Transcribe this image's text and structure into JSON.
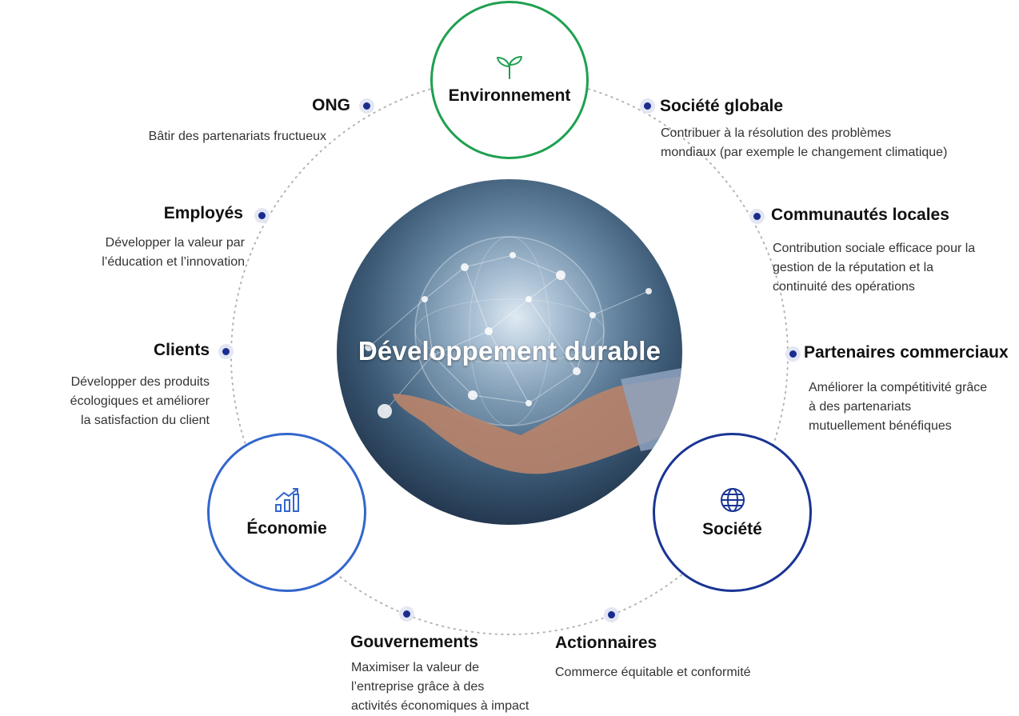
{
  "center": {
    "title": "Développement durable"
  },
  "pillars": {
    "environment": {
      "label": "Environnement",
      "icon": "sprout-icon",
      "color": "#1fa04f"
    },
    "economy": {
      "label": "Économie",
      "icon": "growth-chart-icon",
      "color": "#3366cc"
    },
    "society": {
      "label": "Société",
      "icon": "globe-icon",
      "color": "#1a3494"
    }
  },
  "stakeholders": {
    "ong": {
      "title": "ONG",
      "lines": [
        "Bâtir des partenariats fructueux"
      ]
    },
    "employes": {
      "title": "Employés",
      "lines": [
        "Développer la valeur par",
        "l’éducation et l’innovation"
      ]
    },
    "clients": {
      "title": "Clients",
      "lines": [
        "Développer des produits",
        "écologiques et améliorer",
        "la satisfaction du client"
      ]
    },
    "societe_globale": {
      "title": "Société globale",
      "lines": [
        "Contribuer à la résolution des problèmes",
        "mondiaux (par exemple le changement climatique)"
      ]
    },
    "communautes": {
      "title": "Communautés locales",
      "lines": [
        "Contribution sociale efficace pour la",
        "gestion de la réputation et la",
        "continuité des opérations"
      ]
    },
    "partenaires": {
      "title": "Partenaires commerciaux",
      "lines": [
        "Améliorer la compétitivité grâce",
        "à des partenariats",
        "mutuellement bénéfiques"
      ]
    },
    "gouvernements": {
      "title": "Gouvernements",
      "lines": [
        "Maximiser la valeur de",
        "l’entreprise grâce à des",
        "activités économiques à impact"
      ]
    },
    "actionnaires": {
      "title": "Actionnaires",
      "lines": [
        "Commerce équitable et conformité"
      ]
    }
  },
  "colors": {
    "dot": "#1a2d8e",
    "dot_halo": "#e3e6f3",
    "ring": "#b5b5b5"
  }
}
